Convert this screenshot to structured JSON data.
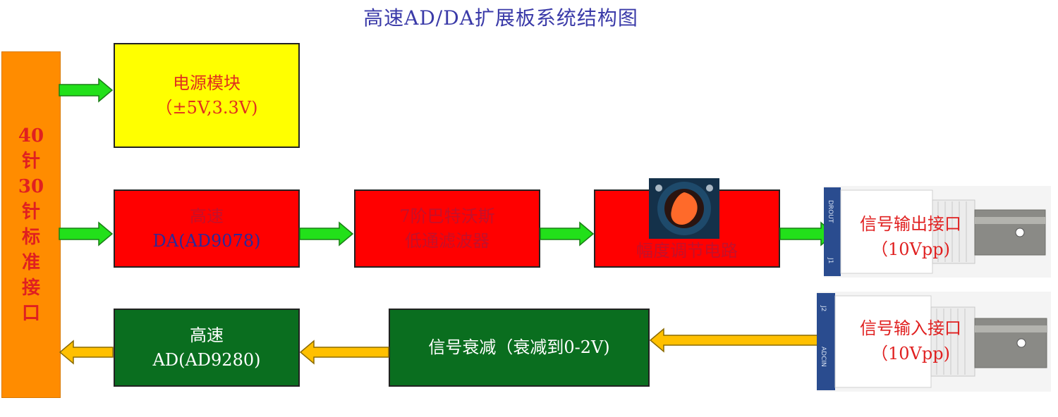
{
  "title": "高速AD/DA扩展板系统结构图",
  "connector": {
    "chars": [
      "40",
      "针",
      "30",
      "针",
      "标",
      "准",
      "接",
      "口"
    ]
  },
  "power": {
    "line1": "电源模块",
    "line2": "（±5V,3.3V)"
  },
  "da": {
    "line1": "高速",
    "line2": "DA(AD9078)"
  },
  "filter": {
    "line1": "7阶巴特沃斯",
    "line2": "低通滤波器"
  },
  "amplitude": {
    "label": "幅度调节电路"
  },
  "output_port": {
    "line1": "信号输出接口",
    "line2": "（10Vpp)"
  },
  "input_port": {
    "line1": "信号输入接口",
    "line2": "（10Vpp)"
  },
  "attenuator": {
    "label": "信号衰减（衰减到0-2V)"
  },
  "ad": {
    "line1": "高速",
    "line2": "AD(AD9280)"
  },
  "bnc_marks": {
    "out_top": "DROUT",
    "out_bottom": "J1",
    "in_top": "J2",
    "in_bottom": "ADCIN"
  },
  "colors": {
    "green_arrow": "#22e01a",
    "yellow_arrow": "#ffc000",
    "connector": "#ff8c00"
  }
}
